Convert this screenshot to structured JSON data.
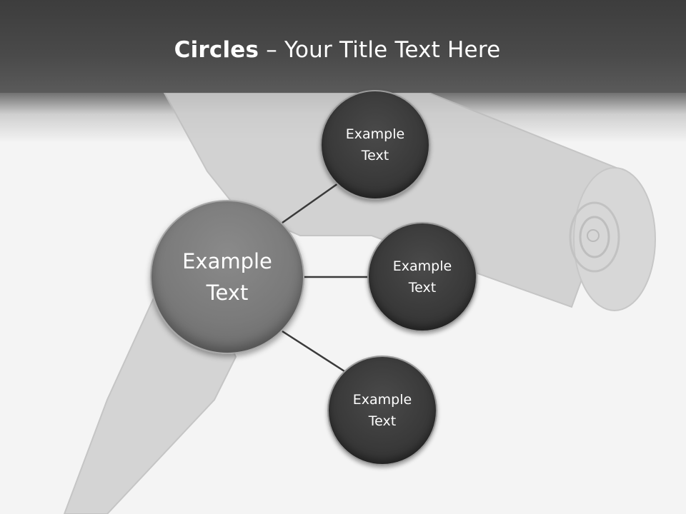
{
  "title": {
    "bold": "Circles",
    "rest": " – Your Title Text Here"
  },
  "center": {
    "label": "Example Text"
  },
  "nodes": [
    {
      "label": "Example Text"
    },
    {
      "label": "Example Text"
    },
    {
      "label": "Example Text"
    }
  ]
}
